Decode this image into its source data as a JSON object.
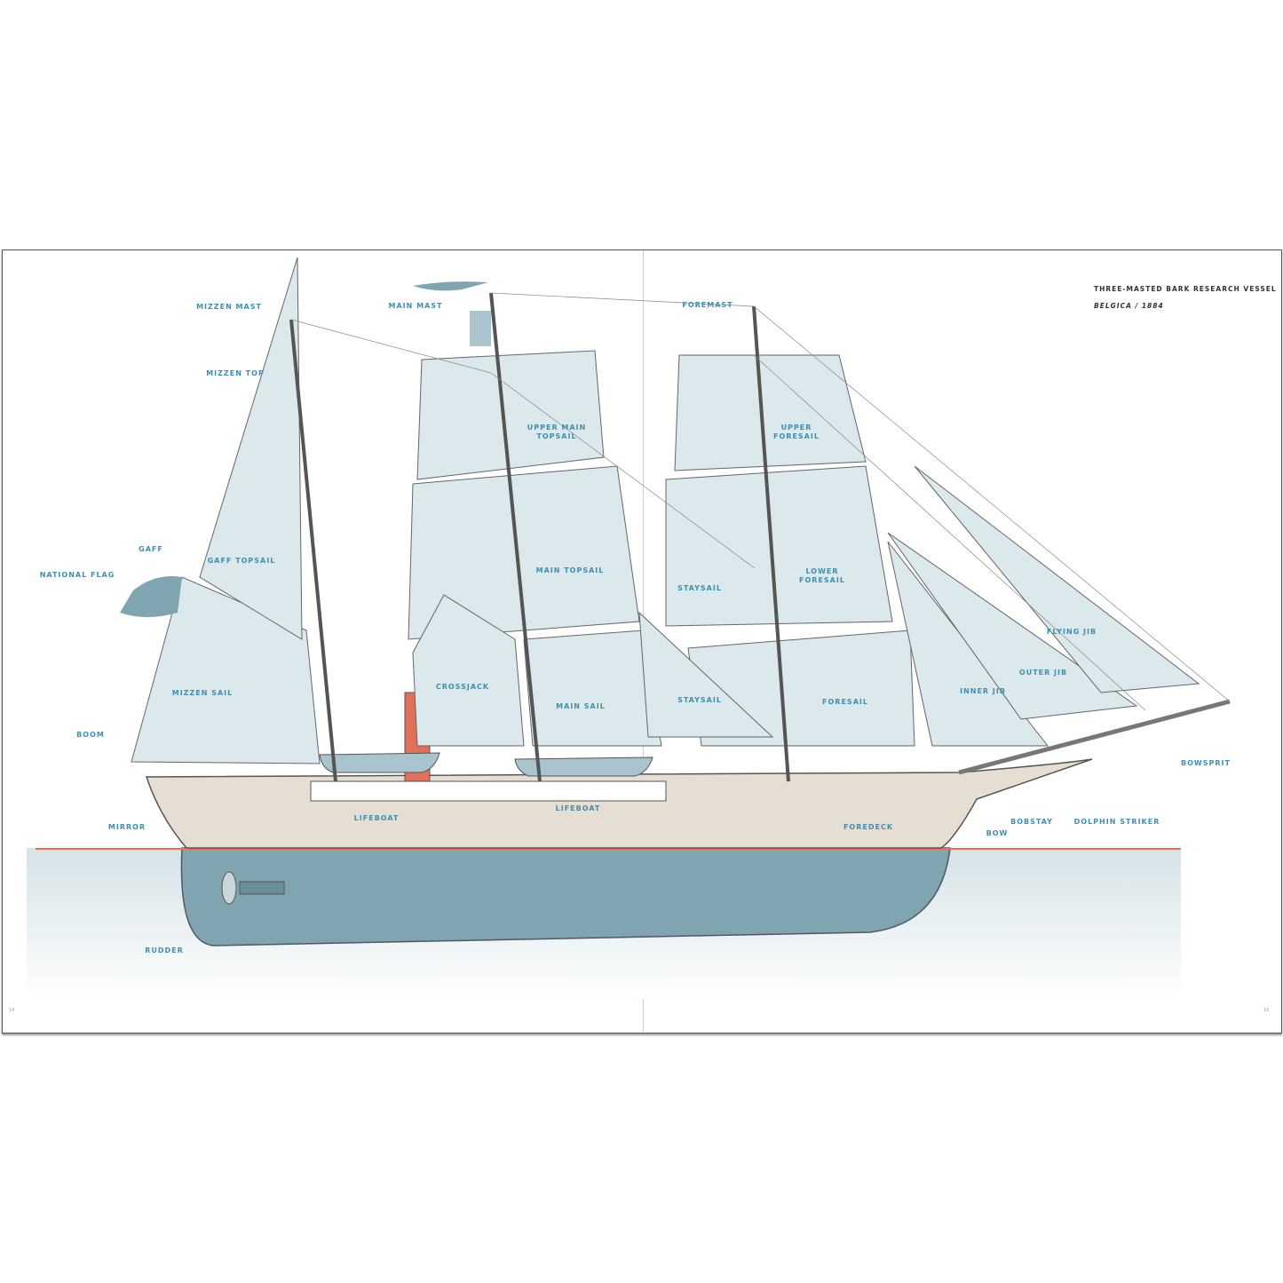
{
  "heading": {
    "title": "THREE-MASTED BARK RESEARCH VESSEL",
    "subtitle": "BELGICA / 1884"
  },
  "pages": {
    "left": "14",
    "right": "15"
  },
  "colors": {
    "label": "#3f8fb0",
    "sail": "#dbe8ec",
    "hull": "#e6ddd3",
    "water": "#7fa5b0",
    "waterline": "#e8704f",
    "funnel": "#e0705a"
  },
  "labels": {
    "mizzen_mast": "MIZZEN MAST",
    "mizzen_top": "MIZZEN TOP",
    "main_mast": "MAIN MAST",
    "foremast": "FOREMAST",
    "upper_main_topsail": "UPPER MAIN TOPSAIL",
    "upper_foresail": "UPPER FORESAIL",
    "gaff": "GAFF",
    "gaff_topsail": "GAFF TOPSAIL",
    "national_flag": "NATIONAL FLAG",
    "main_topsail": "MAIN TOPSAIL",
    "staysail_upper": "STAYSAIL",
    "lower_foresail": "LOWER FORESAIL",
    "flying_jib": "FLYING JIB",
    "inner_jib": "INNER JIB",
    "outer_jib": "OUTER JIB",
    "mizzen_sail": "MIZZEN SAIL",
    "crossjack": "CROSSJACK",
    "main_sail": "MAIN SAIL",
    "staysail_lower": "STAYSAIL",
    "foresail": "FORESAIL",
    "boom": "BOOM",
    "bowsprit": "BOWSPRIT",
    "lifeboat_aft": "LIFEBOAT",
    "lifeboat_mid": "LIFEBOAT",
    "foredeck": "FOREDECK",
    "mirror": "MIRROR",
    "bow": "BOW",
    "bobstay": "BOBSTAY",
    "dolphin_striker": "DOLPHIN STRIKER",
    "rudder": "RUDDER"
  }
}
